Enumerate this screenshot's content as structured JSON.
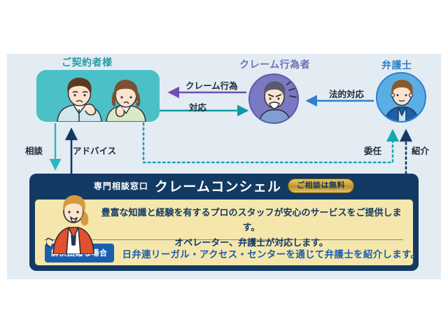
{
  "diagram": {
    "nodes": {
      "contractor": {
        "label": "ご契約者様",
        "color": "#2a9ba5",
        "icon": "two-people-worried-icon"
      },
      "claimer": {
        "label": "クレーム行為者",
        "color": "#6f6fb5",
        "icon": "angry-person-icon"
      },
      "lawyer": {
        "label": "弁護士",
        "color": "#2f80c9",
        "icon": "lawyer-person-icon"
      }
    },
    "arrows": {
      "claim_act": {
        "label": "クレーム行為",
        "color": "#6f4fb5",
        "style": "solid",
        "direction": "claimer-to-contractor"
      },
      "response": {
        "label": "対応",
        "color": "#0f9aa8",
        "style": "solid",
        "direction": "contractor-to-claimer"
      },
      "legal_action": {
        "label": "法的対応",
        "color": "#2f80c9",
        "style": "solid",
        "direction": "lawyer-to-claimer"
      },
      "consult": {
        "label": "相談",
        "color": "#2ab5bf",
        "style": "solid",
        "direction": "contractor-to-service"
      },
      "advice": {
        "label": "アドバイス",
        "color": "#123a63",
        "style": "solid",
        "direction": "service-to-contractor"
      },
      "entrust": {
        "label": "委任",
        "color": "#17a6b5",
        "style": "dotted",
        "direction": "contractor-to-lawyer"
      },
      "introduce": {
        "label": "紹介",
        "color": "#123a63",
        "style": "dotted",
        "direction": "service-to-lawyer"
      }
    }
  },
  "service_card": {
    "kicker": "専門相談窓口",
    "title": "クレームコンシェル",
    "free_badge": "ご相談は無料",
    "body_line1": "豊富な知識と経験を有するプロのスタッフが安心のサービスをご提供します。",
    "body_line2": "オペレーター、弁護士が対応します。",
    "difficult_badge": "解決困難な場合",
    "footer_text": "日弁連リーガル・アクセス・センターを通じて弁護士を紹介します。",
    "staff_icon": "operator-woman-icon",
    "colors": {
      "card_bg": "#123a63",
      "body_bg": "#f5e6ab",
      "badge_gold": "#c9a033",
      "badge_blue": "#1a5fae"
    }
  }
}
